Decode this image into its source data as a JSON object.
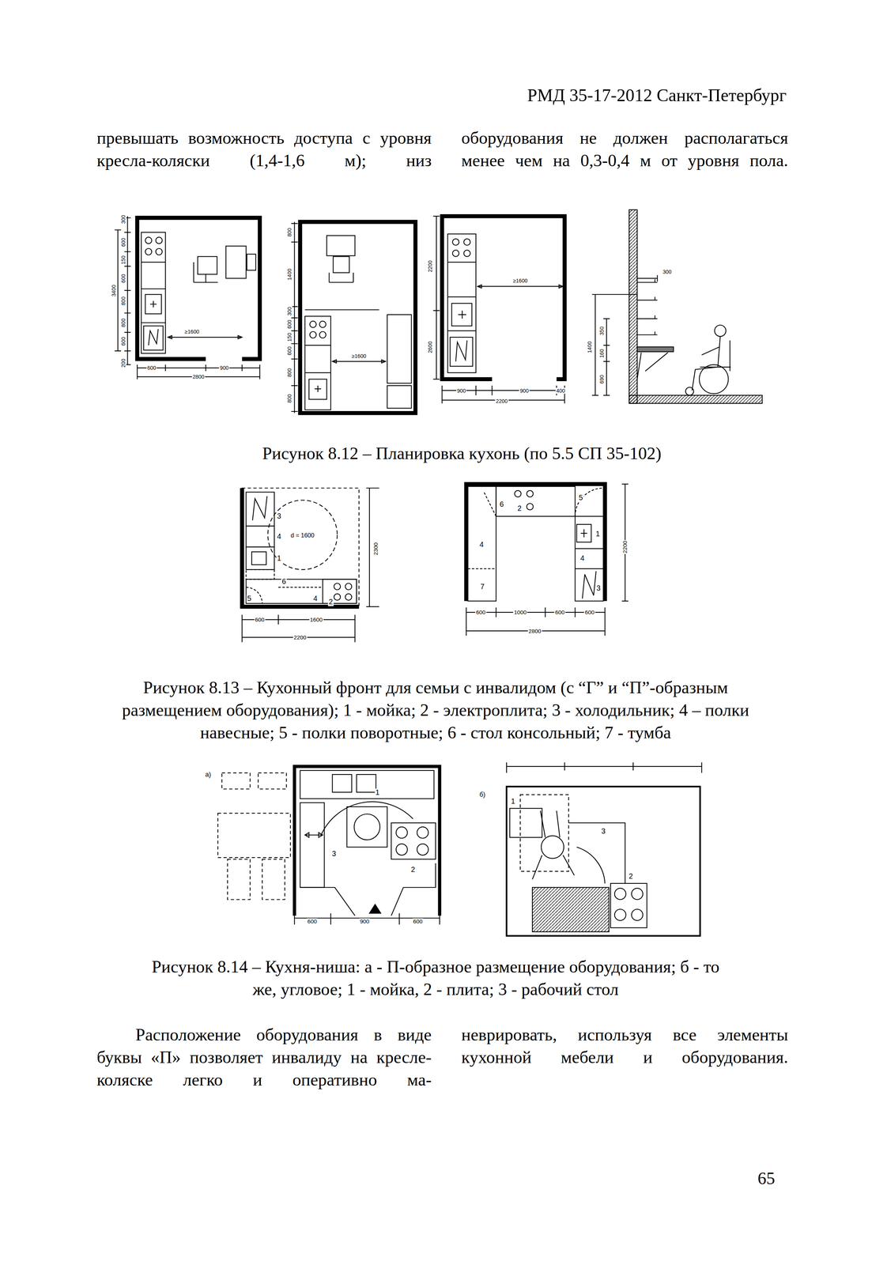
{
  "diagram": {
    "title": "РМД 35-17-2012 Санкт-Петербург",
    "labels": [
      "превышать возможность доступа с уровня кресла-коляски (1,4-1,6 м); низ",
      "оборудования не должен располагаться менее чем на 0,3-0,4 м от уровня пола.",
      "3400",
      "300",
      "600",
      "150",
      "600",
      "800",
      "800",
      "600",
      "200",
      "≥1600",
      "600",
      "900",
      "2800",
      "800",
      "1400",
      "300",
      "600",
      "150",
      "600",
      "800",
      "800",
      "≥1600",
      "2200",
      "2600",
      "≥1600",
      "900",
      "900",
      "400",
      "2200",
      "300",
      "1400",
      "350",
      "160",
      "690",
      "Рисунок 8.12 – Планировка кухонь (по 5.5 СП 35-102)",
      "3",
      "4",
      "d = 1600",
      "1",
      "6",
      "5",
      "4",
      "2",
      "2300",
      "600",
      "1600",
      "2200",
      "6",
      "2",
      "5",
      "4",
      "1",
      "4",
      "7",
      "3",
      "2200",
      "600",
      "1000",
      "600",
      "600",
      "2800",
      "Рисунок 8.13 – Кухонный фронт для семьи с инвалидом (с “Г” и “П”-образным размещением оборудования); 1 - мойка; 2 - электроплита; 3 - холодильник; 4 – полки навесные; 5 - полки поворотные; 6 - стол консольный; 7 - тумба",
      "а)",
      "1",
      "3",
      "2",
      "600",
      "900",
      "600",
      "б)",
      "1",
      "3",
      "2",
      "Рисунок 8.14 – Кухня-ниша: а - П-образное размещение оборудования; б - то же, угловое; 1 - мойка, 2 - плита; 3 - рабочий стол",
      "Расположение оборудования в виде буквы «П» позволяет инвалиду на кресле-коляске легко и оперативно ма-",
      "неврировать, используя все элементы кухонной мебели и оборудования.",
      "65"
    ]
  }
}
